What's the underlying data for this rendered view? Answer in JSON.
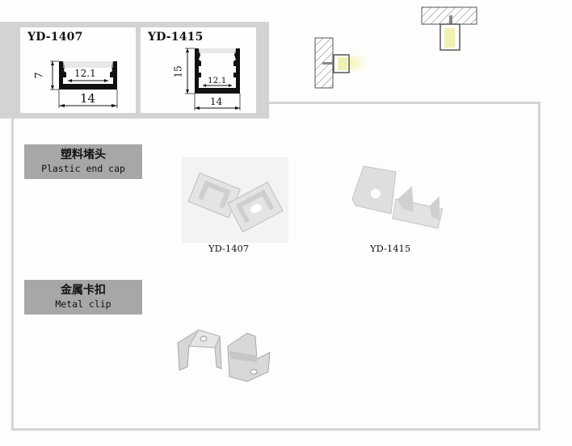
{
  "profiles": [
    {
      "model": "YD-1407",
      "dimensions": {
        "height": "7",
        "inner_width": "12.1",
        "outer_width": "14"
      }
    },
    {
      "model": "YD-1415",
      "dimensions": {
        "height": "15",
        "inner_width": "12.1",
        "outer_width": "14"
      }
    }
  ],
  "installation_diagrams": [
    {
      "name": "wall-mount-diagram"
    },
    {
      "name": "ceiling-mount-diagram"
    }
  ],
  "sections": [
    {
      "title_cn": "塑料堵头",
      "title_en": "Plastic end cap",
      "items": [
        {
          "caption": "YD-1407"
        },
        {
          "caption": "YD-1415"
        }
      ]
    },
    {
      "title_cn": "金属卡扣",
      "title_en": "Metal clip",
      "items": []
    }
  ],
  "colors": {
    "panel_gray": "#d3d3d3",
    "label_gray": "#a7a7a7",
    "frame_border": "#d4d4d4",
    "profile_black": "#111111",
    "led_glow": "#f4f5a8"
  }
}
